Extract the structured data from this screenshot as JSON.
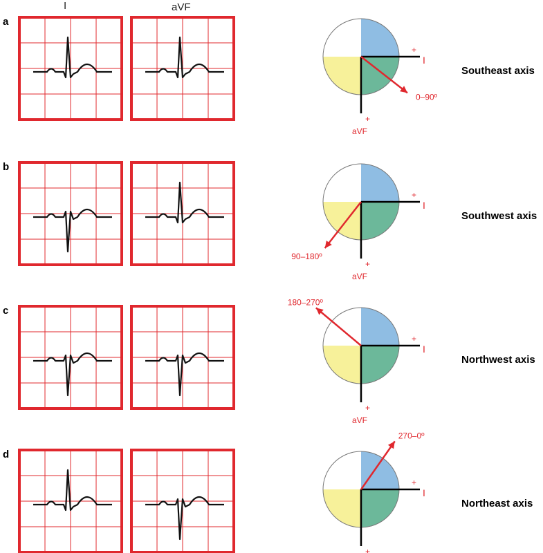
{
  "column_labels": {
    "lead1": "I",
    "aVF": "aVF"
  },
  "colors": {
    "grid_red": "#e0282e",
    "trace": "#111111",
    "quadrant_blue": "#8fbde3",
    "quadrant_yellow": "#f7f19a",
    "quadrant_green": "#6cb89a",
    "quadrant_white": "#ffffff",
    "arrow_red": "#e0282e"
  },
  "panels": [
    {
      "letter": "a",
      "lead_I_polarity": "positive",
      "lead_aVF_polarity": "positive",
      "vector_range": "0–90º",
      "axis_name": "Southeast axis",
      "plus_sign": "+",
      "lead_I_label": "I",
      "lead_aVF_label": "aVF"
    },
    {
      "letter": "b",
      "lead_I_polarity": "negative",
      "lead_aVF_polarity": "positive",
      "vector_range": "90–180º",
      "axis_name": "Southwest axis",
      "plus_sign": "+",
      "lead_I_label": "I",
      "lead_aVF_label": "aVF"
    },
    {
      "letter": "c",
      "lead_I_polarity": "negative",
      "lead_aVF_polarity": "negative",
      "vector_range": "180–270º",
      "axis_name": "Northwest axis",
      "plus_sign": "+",
      "lead_I_label": "I",
      "lead_aVF_label": "aVF"
    },
    {
      "letter": "d",
      "lead_I_polarity": "positive",
      "lead_aVF_polarity": "negative",
      "vector_range": "270–0º",
      "axis_name": "Northeast axis",
      "plus_sign": "+",
      "lead_I_label": "I",
      "lead_aVF_label": "aVF"
    }
  ]
}
